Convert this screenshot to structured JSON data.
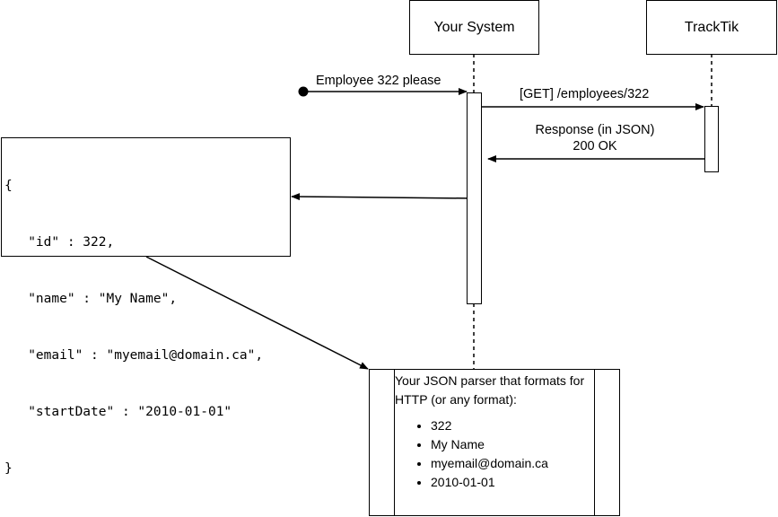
{
  "participants": {
    "system": "Your System",
    "tracktik": "TrackTik"
  },
  "messages": {
    "request_in": "Employee 322 please",
    "get_call": "[GET] /employees/322",
    "response_line1": "Response (in JSON)",
    "response_line2": "200 OK"
  },
  "json_note": {
    "open": "{",
    "lines": [
      "   \"id\" : 322,",
      "   \"name\" : \"My Name\",",
      "   \"email\" : \"myemail@domain.ca\",",
      "   \"startDate\" : \"2010-01-01\""
    ],
    "close": "}"
  },
  "parser": {
    "title": "Your JSON parser that formats for HTTP (or any format):",
    "items": [
      "322",
      "My Name",
      "myemail@domain.ca",
      "2010-01-01"
    ]
  }
}
